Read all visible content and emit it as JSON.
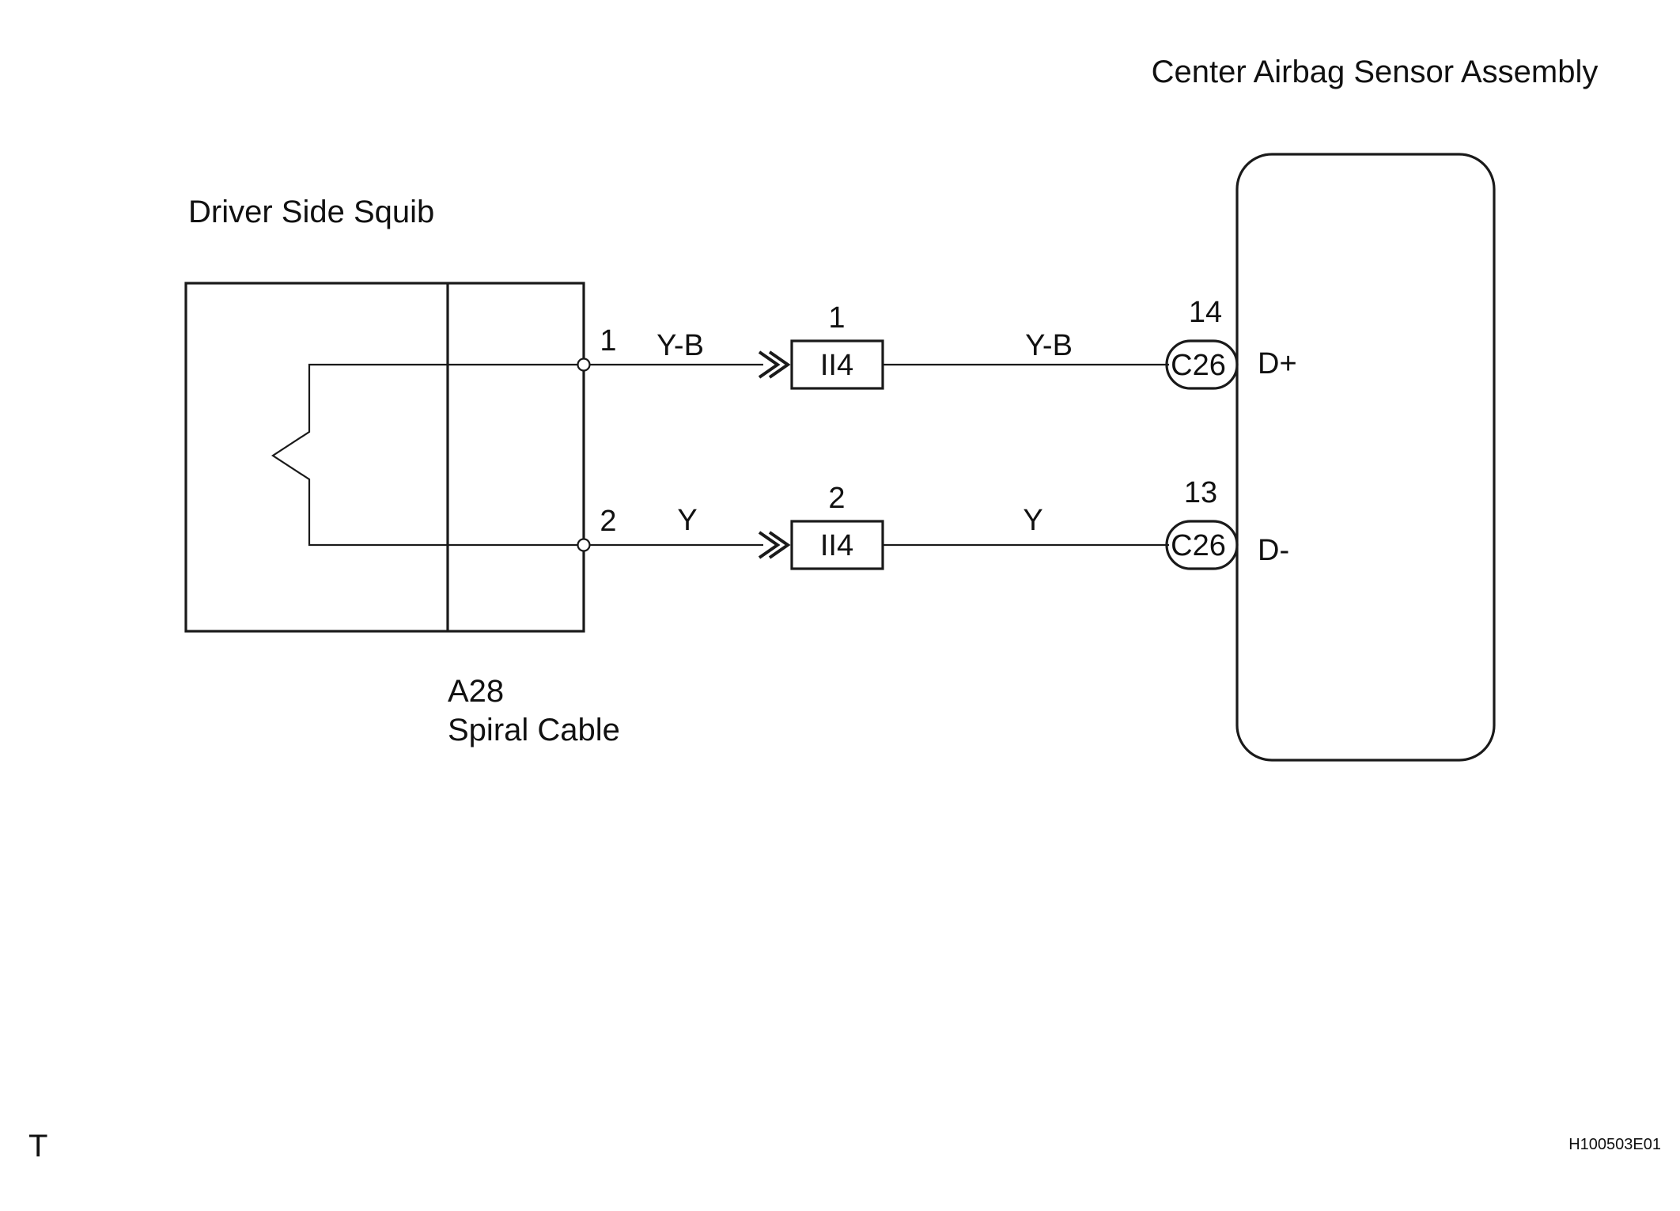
{
  "components": {
    "driver_squib": {
      "label": "Driver Side Squib"
    },
    "spiral_cable": {
      "code": "A28",
      "label": "Spiral Cable"
    },
    "sensor_assembly": {
      "label": "Center Airbag Sensor Assembly"
    }
  },
  "circuits": [
    {
      "squib_pin": "1",
      "wire_color_left": "Y-B",
      "connector": {
        "pin": "1",
        "code": "II4"
      },
      "wire_color_right": "Y-B",
      "ecu_pin": "14",
      "ecu_connector": "C26",
      "terminal": "D+"
    },
    {
      "squib_pin": "2",
      "wire_color_left": "Y",
      "connector": {
        "pin": "2",
        "code": "II4"
      },
      "wire_color_right": "Y",
      "ecu_pin": "13",
      "ecu_connector": "C26",
      "terminal": "D-"
    }
  ],
  "corner_mark": "T",
  "figure_code": "H100503E01"
}
